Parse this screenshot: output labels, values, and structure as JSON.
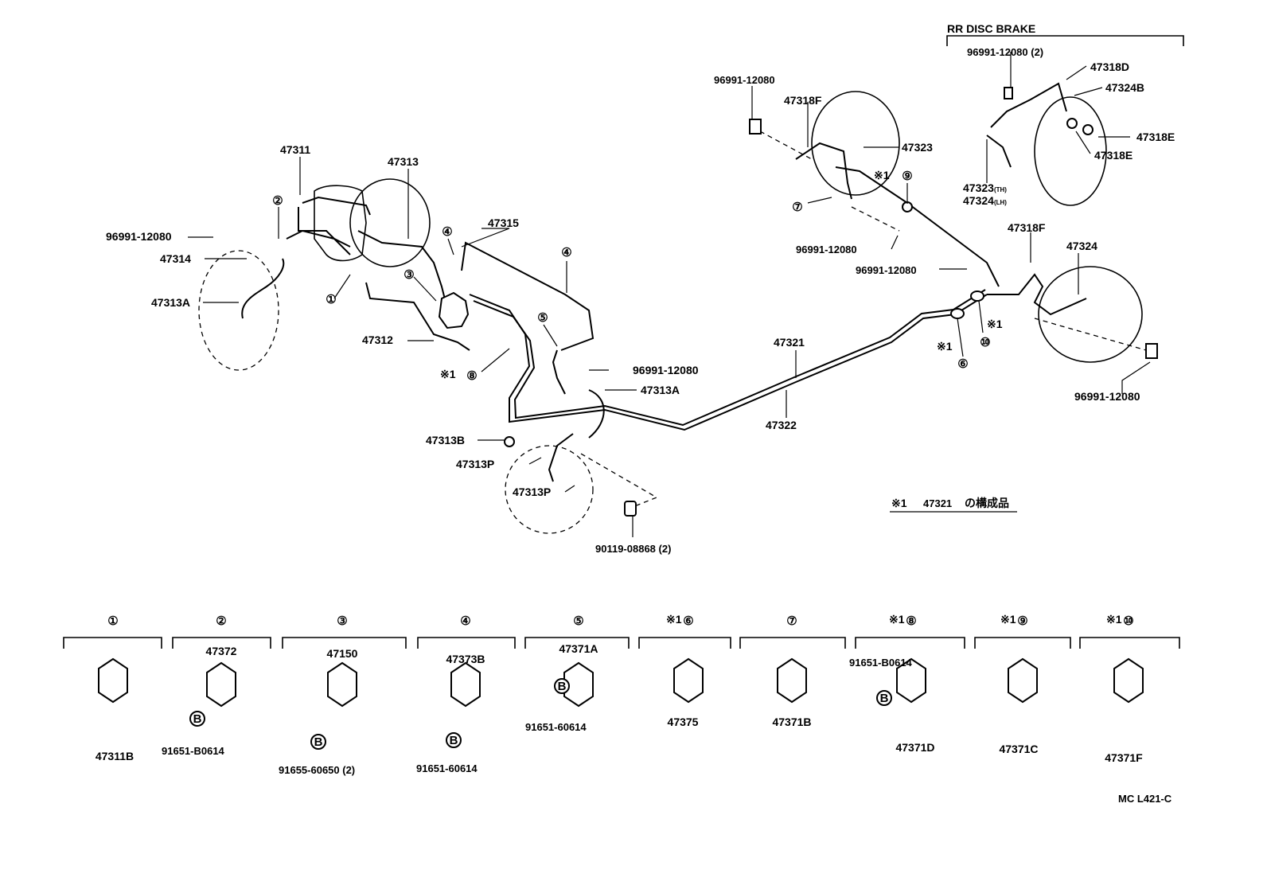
{
  "labels": {
    "rr_disc_brake": "RR DISC BRAKE",
    "p47311": "47311",
    "p47313": "47313",
    "p47315": "47315",
    "c9699_left": "96991-12080",
    "p47314": "47314",
    "p47313A_left": "47313A",
    "p47312": "47312",
    "c9699_mid": "96991-12080",
    "p47313A_mid": "47313A",
    "p47313B": "47313B",
    "p47313P_a": "47313P",
    "p47313P_b": "47313P",
    "bolt90119": "90119-08868 (2)",
    "p47321": "47321",
    "p47322": "47322",
    "c9699_top": "96991-12080",
    "p47318F_top": "47318F",
    "p47323": "47323",
    "c9699_rr1": "96991-12080",
    "c9699_rr2": "96991-12080",
    "c9699_rrdisc": "96991-12080 (2)",
    "p47318D": "47318D",
    "p47324B": "47324B",
    "p47318E_a": "47318E",
    "p47318E_b": "47318E",
    "p47323_note": "47323",
    "p47323_suffix": "(TH)",
    "p47324_note": "47324",
    "p47324_suffix": "(LH)",
    "p47318F_rt": "47318F",
    "p47324": "47324",
    "c9699_rb": "96991-12080",
    "note_star": "※1",
    "note_text": "47321",
    "note_suffix": "の構成品",
    "diagram_code": "MC L421-C"
  },
  "callouts": {
    "c1": "①",
    "c2": "②",
    "c3": "③",
    "c4": "④",
    "c5": "⑤",
    "c6": "⑥",
    "c7": "⑦",
    "c8": "⑧",
    "c9": "⑨",
    "c10": "⑩",
    "star": "※1"
  },
  "details": [
    {
      "num": "①",
      "star": "",
      "part": "47311B",
      "sub": ""
    },
    {
      "num": "②",
      "star": "",
      "part": "47372",
      "sub": "91651-B0614"
    },
    {
      "num": "③",
      "star": "",
      "part": "47150",
      "sub": "91655-60650 (2)"
    },
    {
      "num": "④",
      "star": "",
      "part": "47373B",
      "sub": "91651-60614"
    },
    {
      "num": "⑤",
      "star": "",
      "part": "47371A",
      "sub": "91651-60614"
    },
    {
      "num": "⑥",
      "star": "※1",
      "part": "47375",
      "sub": ""
    },
    {
      "num": "⑦",
      "star": "",
      "part": "47371B",
      "sub": ""
    },
    {
      "num": "⑧",
      "star": "※1",
      "part": "47371D",
      "sub": "91651-B0614"
    },
    {
      "num": "⑨",
      "star": "※1",
      "part": "47371C",
      "sub": ""
    },
    {
      "num": "⑩",
      "star": "※1",
      "part": "47371F",
      "sub": ""
    }
  ],
  "bolt_mark": "B"
}
